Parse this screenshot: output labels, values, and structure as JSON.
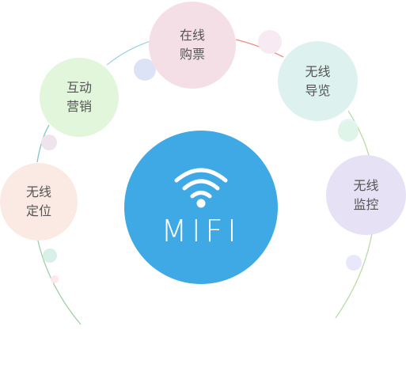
{
  "hub": {
    "label": "MIFI",
    "color": "#3fa9e6",
    "icon": "wifi-icon"
  },
  "nodes": [
    {
      "id": "wireless-location",
      "label": "无线\n定位",
      "color": "#fbeae3"
    },
    {
      "id": "interactive-marketing",
      "label": "互动\n营销",
      "color": "#e2f6dc"
    },
    {
      "id": "online-ticketing",
      "label": "在线\n购票",
      "color": "#f4dfe6"
    },
    {
      "id": "wireless-guide",
      "label": "无线\n导览",
      "color": "#ddf2ee"
    },
    {
      "id": "wireless-monitoring",
      "label": "无线\n监控",
      "color": "#e6e1f4"
    }
  ],
  "arc_colors": [
    "#9ed0a4",
    "#7ec7c8",
    "#9fd4e6",
    "#ee8b7e",
    "#b9dca6"
  ],
  "accent_dots": [
    "#dde3f6",
    "#efe4ee",
    "#d8f0e8",
    "#f7eaf3",
    "#e9e8fb",
    "#fbe9ec",
    "#e6f3f8",
    "#e0f5ea"
  ]
}
